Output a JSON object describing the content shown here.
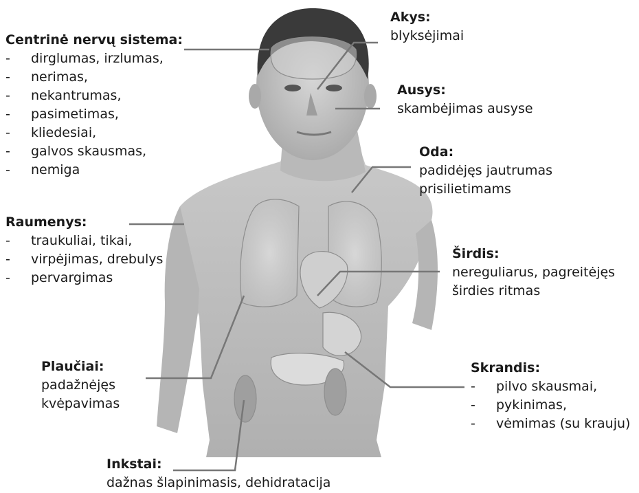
{
  "colors": {
    "text": "#1a1a1a",
    "leader_line": "#777777",
    "figure_tone": "#9a9a9a"
  },
  "image": {
    "subject": "man torso with internal organs overlay (grayscale)"
  },
  "labels": {
    "cns": {
      "title": "Centrinė nervų sistema:",
      "items": [
        "dirglumas, irzlumas,",
        "nerimas,",
        "nekantrumas,",
        "pasimetimas,",
        "kliedesiai,",
        "galvos skausmas,",
        "nemiga"
      ]
    },
    "eyes": {
      "title": "Akys:",
      "text": "blyksėjimai"
    },
    "ears": {
      "title": "Ausys:",
      "text": "skambėjimas ausyse"
    },
    "skin": {
      "title": "Oda:",
      "lines": [
        "padidėjęs jautrumas",
        "prisilietimams"
      ]
    },
    "muscles": {
      "title": "Raumenys:",
      "items": [
        "traukuliai, tikai,",
        "virpėjimas, drebulys",
        "pervargimas"
      ]
    },
    "heart": {
      "title": "Širdis:",
      "lines": [
        "nereguliarus, pagreitėjęs",
        "širdies ritmas"
      ]
    },
    "lungs": {
      "title": "Plaučiai:",
      "lines": [
        "padažnėjęs",
        "kvėpavimas"
      ]
    },
    "stomach": {
      "title": "Skrandis:",
      "items": [
        "pilvo skausmai,",
        "pykinimas,",
        "vėmimas (su krauju)"
      ]
    },
    "kidneys": {
      "title": "Inkstai:",
      "text": "dažnas šlapinimasis, dehidratacija"
    }
  }
}
